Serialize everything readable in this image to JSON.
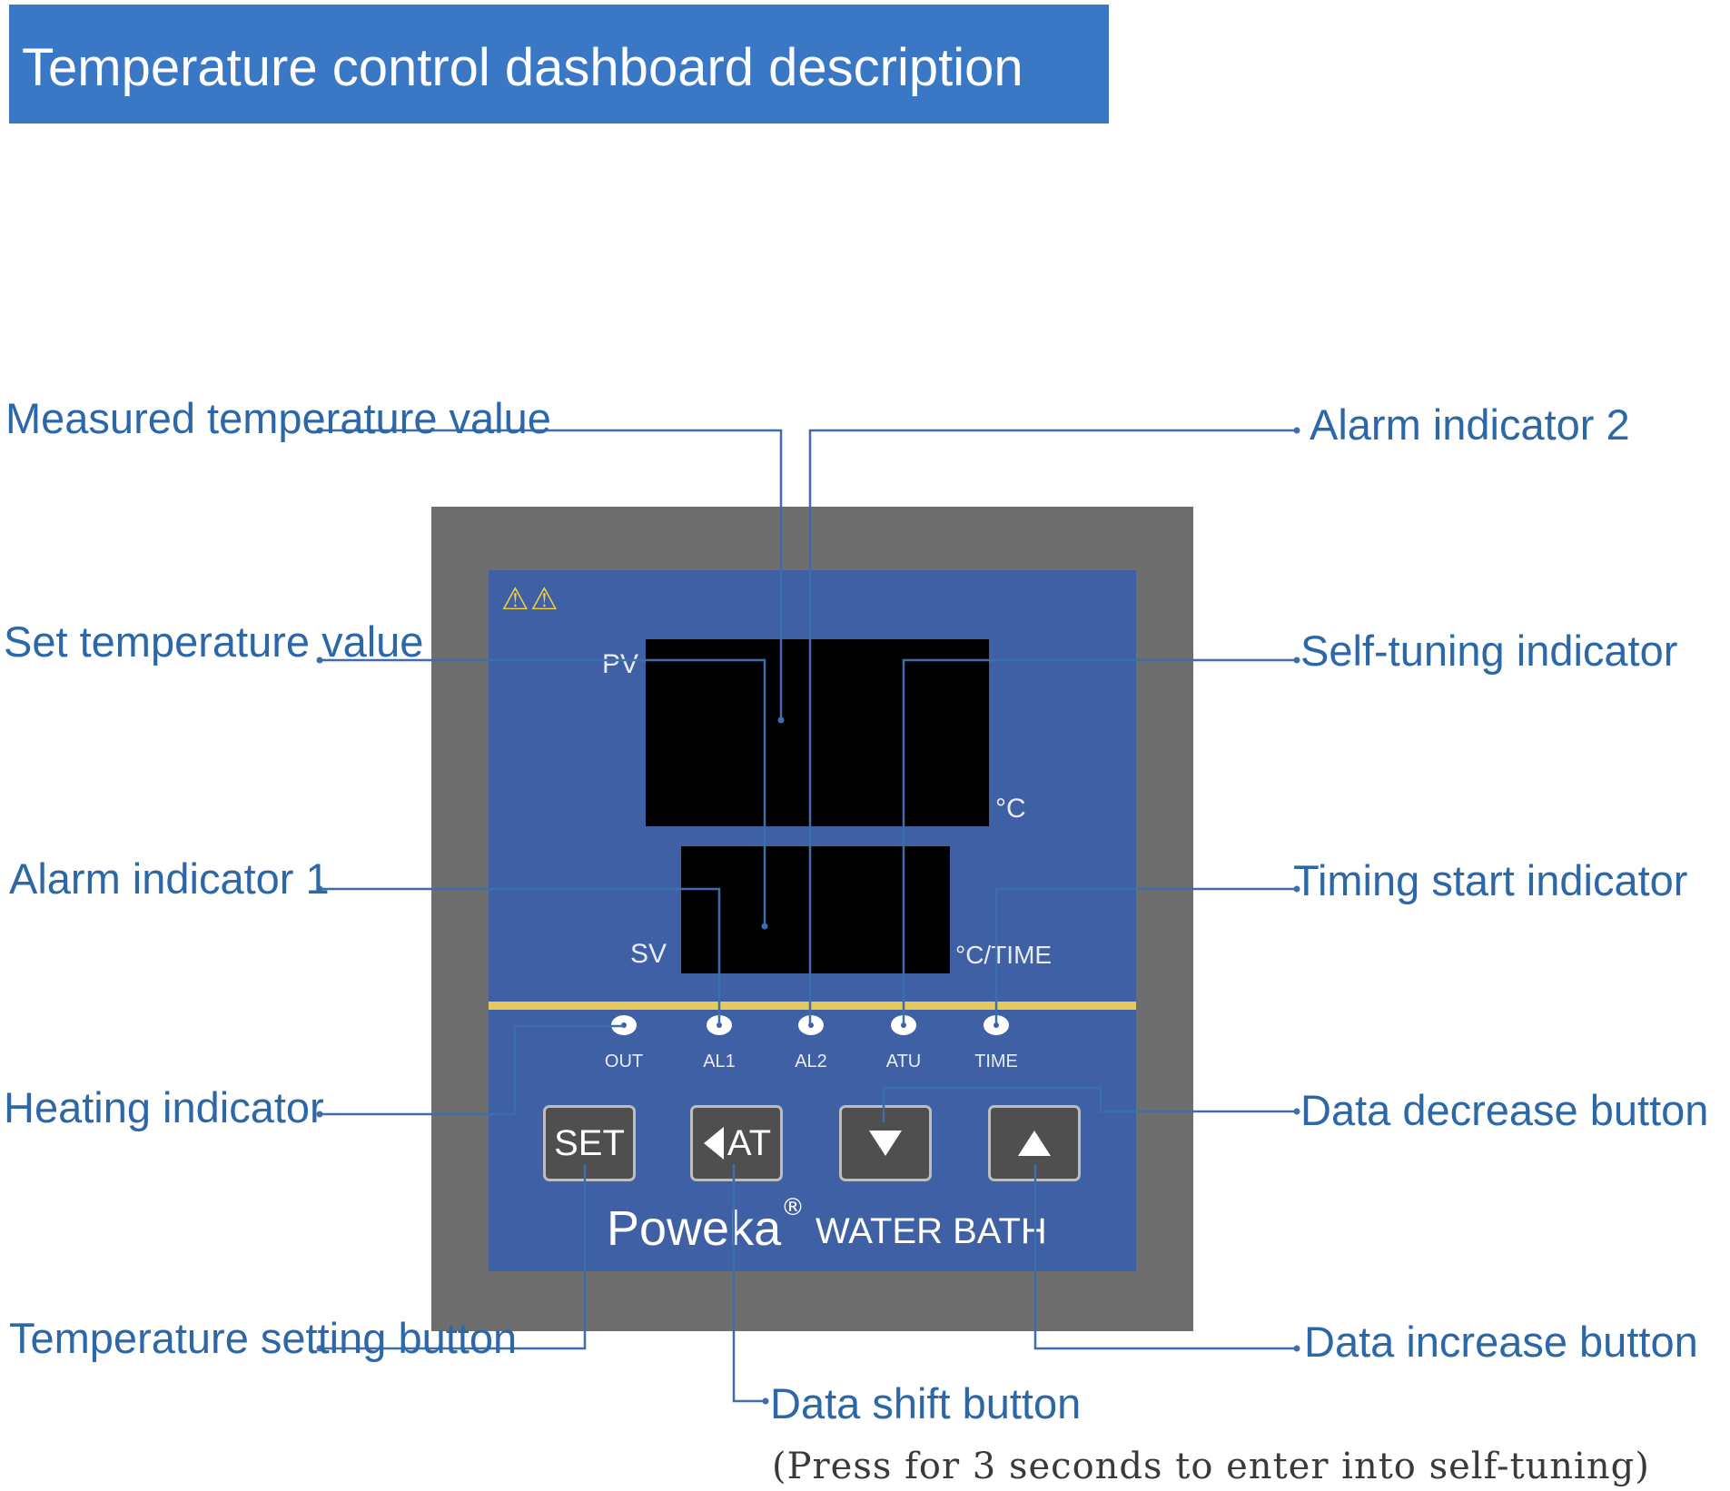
{
  "title": "Temperature control dashboard description",
  "callouts": {
    "measured_temperature": "Measured temperature value",
    "set_temperature": "Set temperature value",
    "alarm_indicator_1": "Alarm indicator 1",
    "heating_indicator": "Heating indicator",
    "temperature_setting_button": "Temperature setting button",
    "alarm_indicator_2": "Alarm indicator 2",
    "self_tuning_indicator": "Self-tuning indicator",
    "timing_start_indicator": "Timing start indicator",
    "data_decrease_button": "Data decrease button",
    "data_increase_button": "Data increase button",
    "data_shift_button": "Data shift button",
    "data_shift_note": "(Press for 3 seconds to enter into self-tuning)"
  },
  "panel": {
    "pv_label": "PV",
    "sv_label": "SV",
    "pv_unit": "°C",
    "sv_unit": "°C/TIME",
    "indicators": [
      "OUT",
      "AL1",
      "AL2",
      "ATU",
      "TIME"
    ],
    "buttons": {
      "set": "SET",
      "at": "AT"
    },
    "brand": "Poweka",
    "brand_mark": "®",
    "model": "WATER BATH"
  },
  "colors": {
    "banner": "#3a78c6",
    "callout_text": "#2c67a8",
    "leader_line": "#3d6eab",
    "bezel": "#6e6e6e",
    "panel_face": "#3f60a5",
    "divider": "#e5c95a",
    "display": "#000000"
  },
  "icons": {
    "warning": "warning-triangle-icon",
    "shift": "triangle-left-icon",
    "decrease": "triangle-down-icon",
    "increase": "triangle-up-icon"
  }
}
